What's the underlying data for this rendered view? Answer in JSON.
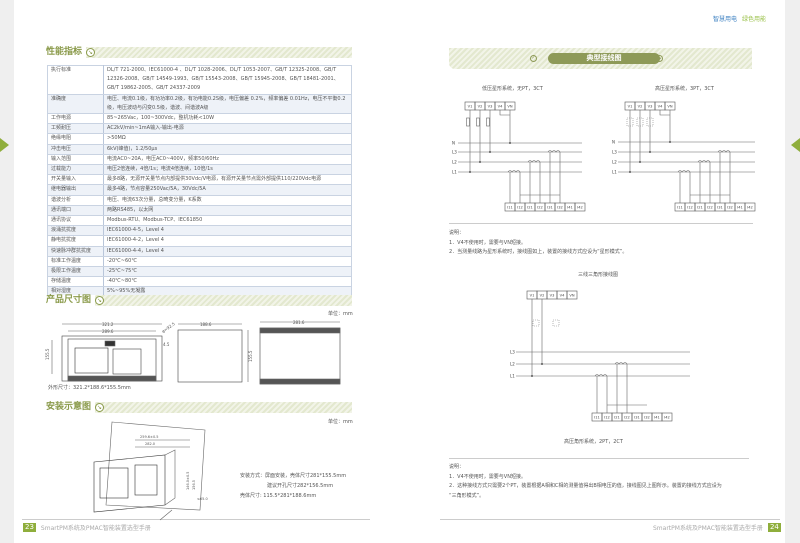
{
  "header": {
    "brand_a": "智慧用电",
    "brand_b": "绿色用能"
  },
  "left": {
    "spec_title": "性能指标",
    "specs": [
      [
        "执行标准",
        "DL/T 721-2000、IEC61000-4 、DL/T 1028-2006、DL/T 1053-2007、GB/T 12325-2008、GB/T 12326-2008、GB/T 14549-1993、GB/T 15543-2008、GB/T 15945-2008、GB/T 18481-2001、GB/T 19862-2005、GB/T 24337-2009"
      ],
      [
        "准确度",
        "电压、电流0.1级，有功功率0.2级，有功电能0.2S级，电压偏差 0.2%，频率偏差 0.01Hz，电压不平衡0.2级，电压波动与闪变0.5级，谐波、间谐波A级"
      ],
      [
        "工作电源",
        "85~265Vac，100~300Vdc，整机功耗<10W"
      ],
      [
        "工频耐压",
        "AC2kV/min~1mA输入-输出-电源"
      ],
      [
        "绝缘电阻",
        ">50MΩ"
      ],
      [
        "冲击电压",
        "6kV(峰值)，1.2/50μs"
      ],
      [
        "输入范围",
        "电流AC0~20A，电压AC0~400V，频率50/60Hz"
      ],
      [
        "过载能力",
        "电压2倍连续，4倍/1s；电流4倍连续，10倍/1s"
      ],
      [
        "开关量输入",
        "最多8路，无源开关量节点内部提供30Vdc/V电源，有源开关量节点需外部提供110/220Vdc电源"
      ],
      [
        "继电器输出",
        "最多4路，节点容量250Vac/5A，30Vdc/5A"
      ],
      [
        "谐波分析",
        "电压、电流63次分量，总畸变分量，K系数"
      ],
      [
        "通讯端口",
        "两路RS485，以太网"
      ],
      [
        "通讯协议",
        "Modbus-RTU、Modbus-TCP、IEC61850"
      ],
      [
        "浪涌抗扰度",
        "IEC61000-4-5，Level 4"
      ],
      [
        "静电抗扰度",
        "IEC61000-4-2，Level 4"
      ],
      [
        "快速脉冲群抗扰度",
        "IEC61000-4-4，Level 4"
      ],
      [
        "标准工作温度",
        "-20℃~60℃"
      ],
      [
        "极限工作温度",
        "-25℃~75℃"
      ],
      [
        "存储温度",
        "-40℃~80℃"
      ],
      [
        "相对湿度",
        "5%~95%无凝露"
      ]
    ],
    "dim_title": "产品尺寸图",
    "unit": "单位：mm",
    "dims": {
      "w_outer": "321.2",
      "w_inner": "289.6",
      "h": "155.5",
      "d": "188.6",
      "depth_top": "281.6",
      "side_h": "155.5",
      "angle": "φ=92.5",
      "t": "4.5"
    },
    "outline": "外形尺寸：321.2*188.6*155.5mm",
    "install_title": "安装示意图",
    "install_unit": "单位：mm",
    "install_dims": {
      "a": "259.6±0.5",
      "b": "282.0",
      "c": "146.0±0.5",
      "d": "156.5",
      "e": "≤65.0"
    },
    "install_lines": [
      "安装方式：屏面安装，壳体尺寸281*155.5mm",
      "建议开孔尺寸282*156.5mm",
      "壳体尺寸: 115.5*281*188.6mm"
    ],
    "footer": {
      "page": "23",
      "text": "SmartPM系统及PMAC智能装置选型手册"
    }
  },
  "right": {
    "banner": "典型接线图",
    "d1_title": "低压星形系统，无PT，3CT",
    "d2_title": "高压星形系统，3PT，3CT",
    "v_terms": [
      "V1",
      "V2",
      "V3",
      "V4",
      "VN"
    ],
    "i_terms": [
      "I11",
      "I12",
      "I21",
      "I22",
      "I31",
      "I32",
      "I41",
      "I42"
    ],
    "lines4": [
      "N",
      "L3",
      "L2",
      "L1"
    ],
    "lines3": [
      "L3",
      "L2",
      "L1"
    ],
    "note1": {
      "title": "说明：",
      "items": [
        "1．V4不使用时，需要与VN短接。",
        "2．当测量线路为星形系统时，接线图如上，装置的接线方式应设为“星形模式”。"
      ]
    },
    "d3_title": "三线三角形接线图",
    "d3_caption": "高压角形系统，2PT，2CT",
    "note2": {
      "title": "说明：",
      "items": [
        "1．V4不使用时，需要与VN短接。",
        "2．这种接线方式只需要2个PT，装置根据A相和C相的测量值得出B相电压的值，接线图见上图所示。装置的接线方式应设为",
        "“三角形模式”。"
      ]
    },
    "footer": {
      "page": "24",
      "text": "SmartPM系统及PMAC智能装置选型手册"
    }
  },
  "colors": {
    "accent": "#8fae3c",
    "olive": "#8e9a58",
    "table_alt": "#eef2f8"
  }
}
